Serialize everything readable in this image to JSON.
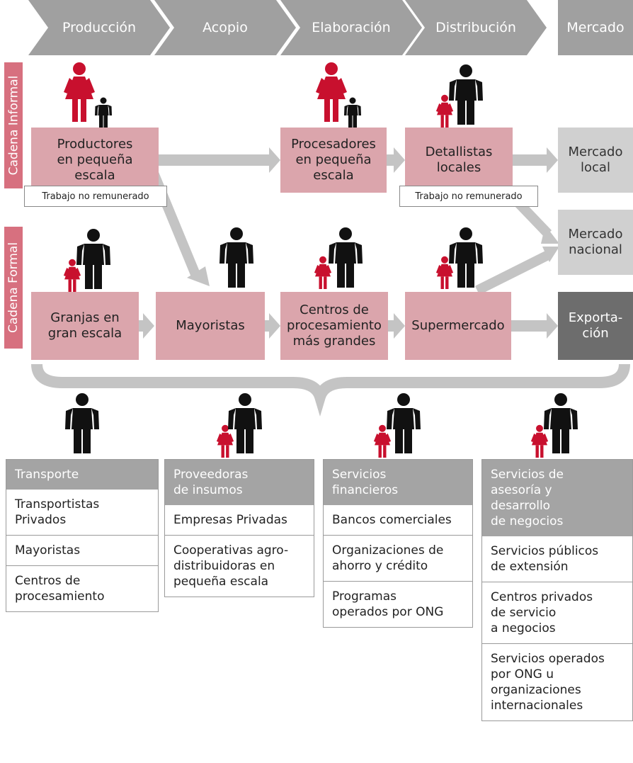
{
  "stages": [
    {
      "label": "Producción"
    },
    {
      "label": "Acopio"
    },
    {
      "label": "Elaboración"
    },
    {
      "label": "Distribución"
    },
    {
      "label": "Mercado"
    }
  ],
  "chains": {
    "informal_label": "Cadena Informal",
    "formal_label": "Cadena Formal"
  },
  "informal": {
    "producers": "Productores\nen pequeña\nescala",
    "processors": "Procesadores\nen pequeña\nescala",
    "retailers": "Detallistas\nlocales",
    "unpaid_note_1": "Trabajo no remunerado",
    "unpaid_note_2": "Trabajo no remunerado"
  },
  "formal": {
    "farms": "Granjas en\ngran escala",
    "wholesalers": "Mayoristas",
    "processing": "Centros de\nprocesamiento\nmás grandes",
    "supermarket": "Supermercado"
  },
  "markets": {
    "local": "Mercado\nlocal",
    "national": "Mercado\nnacional",
    "export": "Exporta-\nción"
  },
  "services": [
    {
      "title": "Transporte",
      "items": [
        "Transportistas\nPrivados",
        "Mayoristas",
        "Centros de\nprocesamiento"
      ]
    },
    {
      "title": "Proveedoras\nde insumos",
      "items": [
        "Empresas Privadas",
        "Cooperativas agro-\ndistribuidoras en\npequeña escala"
      ]
    },
    {
      "title": "Servicios\nfinancieros",
      "items": [
        "Bancos comerciales",
        "Organizaciones de\nahorro y crédito",
        "Programas\noperados por ONG"
      ]
    },
    {
      "title": "Servicios de\nasesoría y\ndesarrollo\nde negocios",
      "items": [
        "Servicios públicos\nde extensión",
        "Centros privados\nde servicio\na negocios",
        "Servicios operados\npor ONG u\norganizaciones\ninternacionales"
      ]
    }
  ],
  "colors": {
    "stage": "#a0a0a0",
    "chain_label": "#d7707f",
    "node": "#dba5ac",
    "woman": "#c8102e",
    "man": "#111111",
    "arrow": "#c4c4c4",
    "market": "#d0d0d0",
    "export": "#6d6d6d"
  },
  "icons": [
    "woman-icon",
    "man-icon",
    "child-icon"
  ]
}
